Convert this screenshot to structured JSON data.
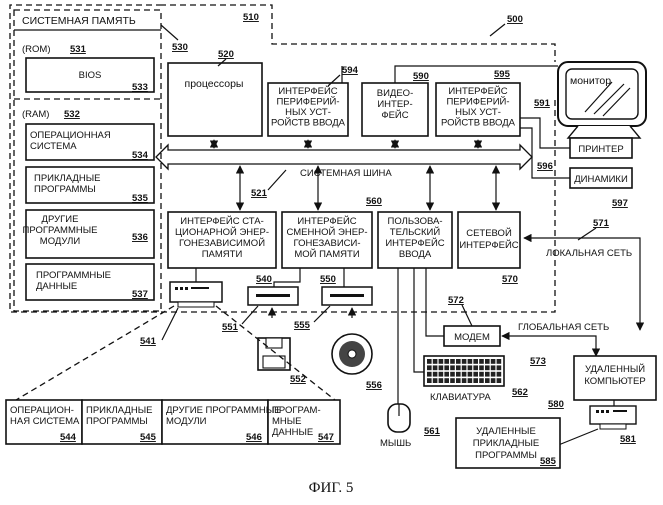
{
  "figure": {
    "caption": "ФИГ. 5",
    "ref_system": "500",
    "ref_computer": "510"
  },
  "system_memory": {
    "title": "СИСТЕМНАЯ ПАМЯТЬ",
    "ref": "530",
    "rom": {
      "label": "(ROM)",
      "ref": "531"
    },
    "bios": {
      "label": "BIOS",
      "ref": "533"
    },
    "ram": {
      "label": "(RAM)",
      "ref": "532"
    },
    "os": {
      "lines": [
        "ОПЕРАЦИОННАЯ",
        "СИСТЕМА"
      ],
      "ref": "534"
    },
    "apps": {
      "lines": [
        "ПРИКЛАДНЫЕ",
        "ПРОГРАММЫ"
      ],
      "ref": "535"
    },
    "other": {
      "lines": [
        "ДРУГИЕ",
        "ПРОГРАММНЫЕ",
        "МОДУЛИ"
      ],
      "ref": "536"
    },
    "data": {
      "lines": [
        "ПРОГРАММНЫЕ",
        "ДАННЫЕ"
      ],
      "ref": "537"
    }
  },
  "cpu": {
    "label": "процессоры",
    "ref": "520"
  },
  "periph_in": {
    "lines": [
      "ИНТЕРФЕЙС",
      "ПЕРИФЕРИЙ-",
      "НЫХ УСТ-",
      "РОЙСТВ ВВОДА"
    ],
    "ref": "594"
  },
  "video": {
    "lines": [
      "ВИДЕО-",
      "ИНТЕР-",
      "ФЕЙС"
    ],
    "ref": "590"
  },
  "periph_out": {
    "lines": [
      "ИНТЕРФЕЙС",
      "ПЕРИФЕРИЙ-",
      "НЫХ УСТ-",
      "РОЙСТВ ВВОДА"
    ],
    "ref": "595"
  },
  "monitor": {
    "label": "монитор",
    "ref": "591"
  },
  "printer": {
    "label": "ПРИНТЕР",
    "ref": "596"
  },
  "speakers": {
    "label": "ДИНАМИКИ",
    "ref": "597"
  },
  "bus": {
    "label": "СИСТЕМНАЯ ШИНА",
    "ref": "521"
  },
  "fixed_if": {
    "lines": [
      "ИНТЕРФЕЙС СТА-",
      "ЦИОНАРНОЙ ЭНЕР-",
      "ГОНЕЗАВИСИМОЙ",
      "ПАМЯТИ"
    ],
    "ref": "540"
  },
  "removable_if": {
    "lines": [
      "ИНТЕРФЕЙС",
      "СМЕННОЙ ЭНЕР-",
      "ГОНЕЗАВИСИ-",
      "МОЙ ПАМЯТИ"
    ],
    "ref": "550"
  },
  "user_if": {
    "lines": [
      "ПОЛЬЗОВА-",
      "ТЕЛЬСКИЙ",
      "ИНТЕРФЕЙС",
      "ВВОДА"
    ],
    "ref": "560"
  },
  "net_if": {
    "lines": [
      "СЕТЕВОЙ",
      "ИНТЕРФЕЙС"
    ],
    "ref": "570"
  },
  "lan": {
    "label": "ЛОКАЛЬНАЯ СЕТЬ",
    "ref": "571"
  },
  "wan": {
    "label": "ГЛОБАЛЬНАЯ СЕТЬ",
    "ref": "573"
  },
  "modem": {
    "label": "МОДЕМ",
    "ref": "572"
  },
  "keyboard": {
    "label": "КЛАВИАТУРА",
    "ref": "562"
  },
  "mouse": {
    "label": "МЫШЬ",
    "ref": "561"
  },
  "remote": {
    "lines": [
      "УДАЛЕННЫЙ",
      "КОМПЬЮТЕР"
    ],
    "ref": "580"
  },
  "remote_apps": {
    "lines": [
      "УДАЛЕННЫЕ",
      "ПРИКЛАДНЫЕ",
      "ПРОГРАММЫ"
    ],
    "ref": "585"
  },
  "hdd": {
    "ref": "541"
  },
  "remote_hdd": {
    "ref": "581"
  },
  "floppy_drive": {
    "ref": "551"
  },
  "floppy": {
    "ref": "552"
  },
  "cd_drive": {
    "ref": "555"
  },
  "cd": {
    "ref": "556"
  },
  "hdd_contents": [
    {
      "lines": [
        "ОПЕРАЦИОН-",
        "НАЯ СИСТЕМА"
      ],
      "ref": "544"
    },
    {
      "lines": [
        "ПРИКЛАДНЫЕ",
        "ПРОГРАММЫ"
      ],
      "ref": "545"
    },
    {
      "lines": [
        "ДРУГИЕ ПРОГРАММНЫЕ",
        "МОДУЛИ"
      ],
      "ref": "546"
    },
    {
      "lines": [
        "ПРОГРАМ-",
        "МНЫЕ",
        "ДАННЫЕ"
      ],
      "ref": "547"
    }
  ]
}
